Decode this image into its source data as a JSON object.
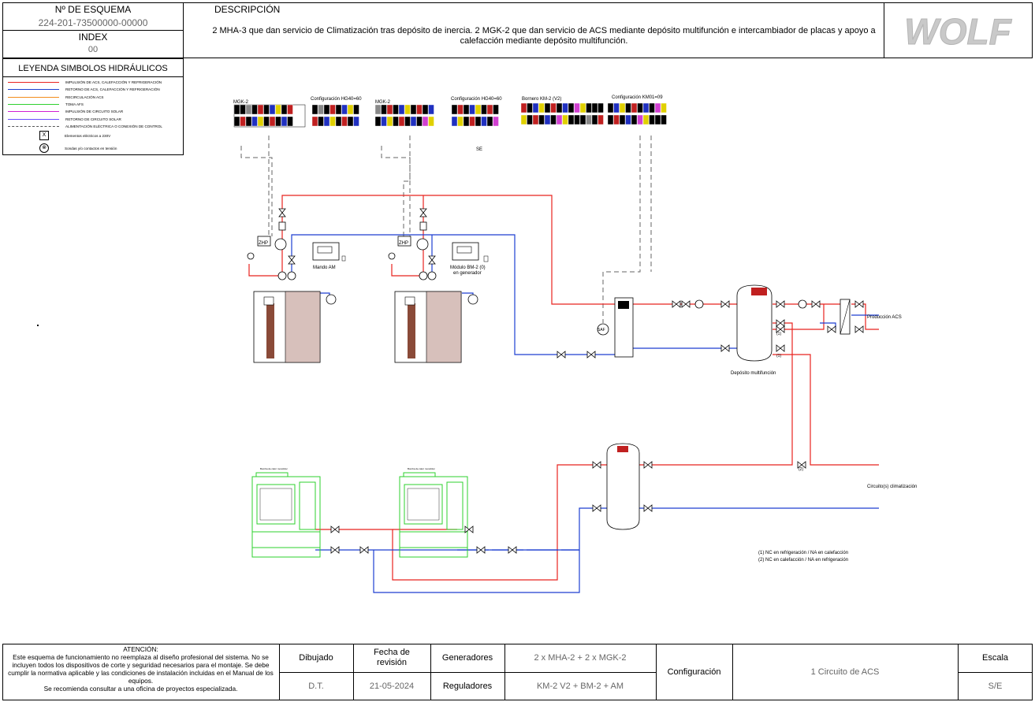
{
  "header": {
    "scheme_no_label": "Nº DE ESQUEMA",
    "scheme_no_value": "224-201-73500000-00000",
    "index_label": "INDEX",
    "index_value": "00",
    "description_label": "DESCRIPCIÓN",
    "description_text": "2 MHA-3 que dan servicio de Climatización tras depósito de inercia. 2 MGK-2 que dan servicio de ACS mediante depósito multifunción e intercambiador de placas y apoyo a calefacción mediante depósito multifunción.",
    "logo_text": "WOLF"
  },
  "legend": {
    "title": "LEYENDA SIMBOLOS HIDRÁULICOS",
    "items": [
      {
        "label": "IMPULSIÓN DE ACS, CALEFACCIÓN Y REFRIGERACIÓN",
        "color": "#e8231f",
        "style": "solid"
      },
      {
        "label": "RETORNO DE ACS, CALEFACCIÓN Y REFRIGERACIÓN",
        "color": "#1d3fd1",
        "style": "solid"
      },
      {
        "label": "RECIRCULACIÓN ACS",
        "color": "#f28c1c",
        "style": "solid"
      },
      {
        "label": "TOMA AFS",
        "color": "#2ed12e",
        "style": "solid"
      },
      {
        "label": "IMPULSIÓN DE CIRCUITO SOLAR",
        "color": "#d21fd2",
        "style": "solid"
      },
      {
        "label": "RETORNO DE CIRCUITO SOLAR",
        "color": "#6a4cff",
        "style": "solid"
      },
      {
        "label": "ALIMENTACIÓN ELÉCTRICA O CONEXIÓN DE CONTROL",
        "color": "#555555",
        "style": "dashed"
      }
    ],
    "symbol_items": [
      {
        "symbol": "X",
        "label": "Elementos eléctricos a 230V"
      },
      {
        "symbol": "⊗",
        "label": "Sondas y/o contactos en tensión"
      }
    ]
  },
  "diagram": {
    "labels": {
      "mgk2_a": "MGK-2",
      "cfg_hg_a": "Configuración HG40=60",
      "mgk2_b": "MGK-2",
      "cfg_hg_b": "Configuración HG40=60",
      "bornero_km2": "Bornero KM-2 (V2)",
      "cfg_km": "Configuración KM01=09",
      "mando_am": "Mando AM",
      "modulo_bm2": "Módulo BM-2 (0)",
      "modulo_bm2_sub": "en generador",
      "produccion_acs": "Producción ACS",
      "deposito": "Depósito multifunción",
      "circuitos": "Circuito(s) climatización",
      "note1": "(1) NC en refrigeración / NA en calefacción",
      "note2": "(2) NC en calefacción / NA en refrigeración",
      "zhp": "ZHP",
      "se": "SE",
      "saf": "SAF",
      "bomba": "Bomba de calor monobloc",
      "mark1": "(1)",
      "mark2": "(2)"
    }
  },
  "footer": {
    "attention_title": "ATENCIÓN:",
    "attention_text": "Este esquema de funcionamiento no reemplaza al diseño profesional del sistema. No se incluyen todos los dispositivos de corte y seguridad necesarios para el montaje. Se debe cumplir la normativa aplicable y las condiciones de instalación incluidas en el Manual de los equipos.",
    "attention_note": "Se recomienda consultar a una oficina de proyectos especializada.",
    "dibujado_label": "Dibujado",
    "dibujado_value": "D.T.",
    "fecha_label": "Fecha de revisión",
    "fecha_value": "21-05-2024",
    "generadores_label": "Generadores",
    "generadores_value": "2 x MHA-2 + 2 x MGK-2",
    "reguladores_label": "Reguladores",
    "reguladores_value": "KM-2 V2 + BM-2 + AM",
    "configuracion_label": "Configuración",
    "configuracion_value": "1 Circuito de ACS",
    "escala_label": "Escala",
    "escala_value": "S/E"
  }
}
